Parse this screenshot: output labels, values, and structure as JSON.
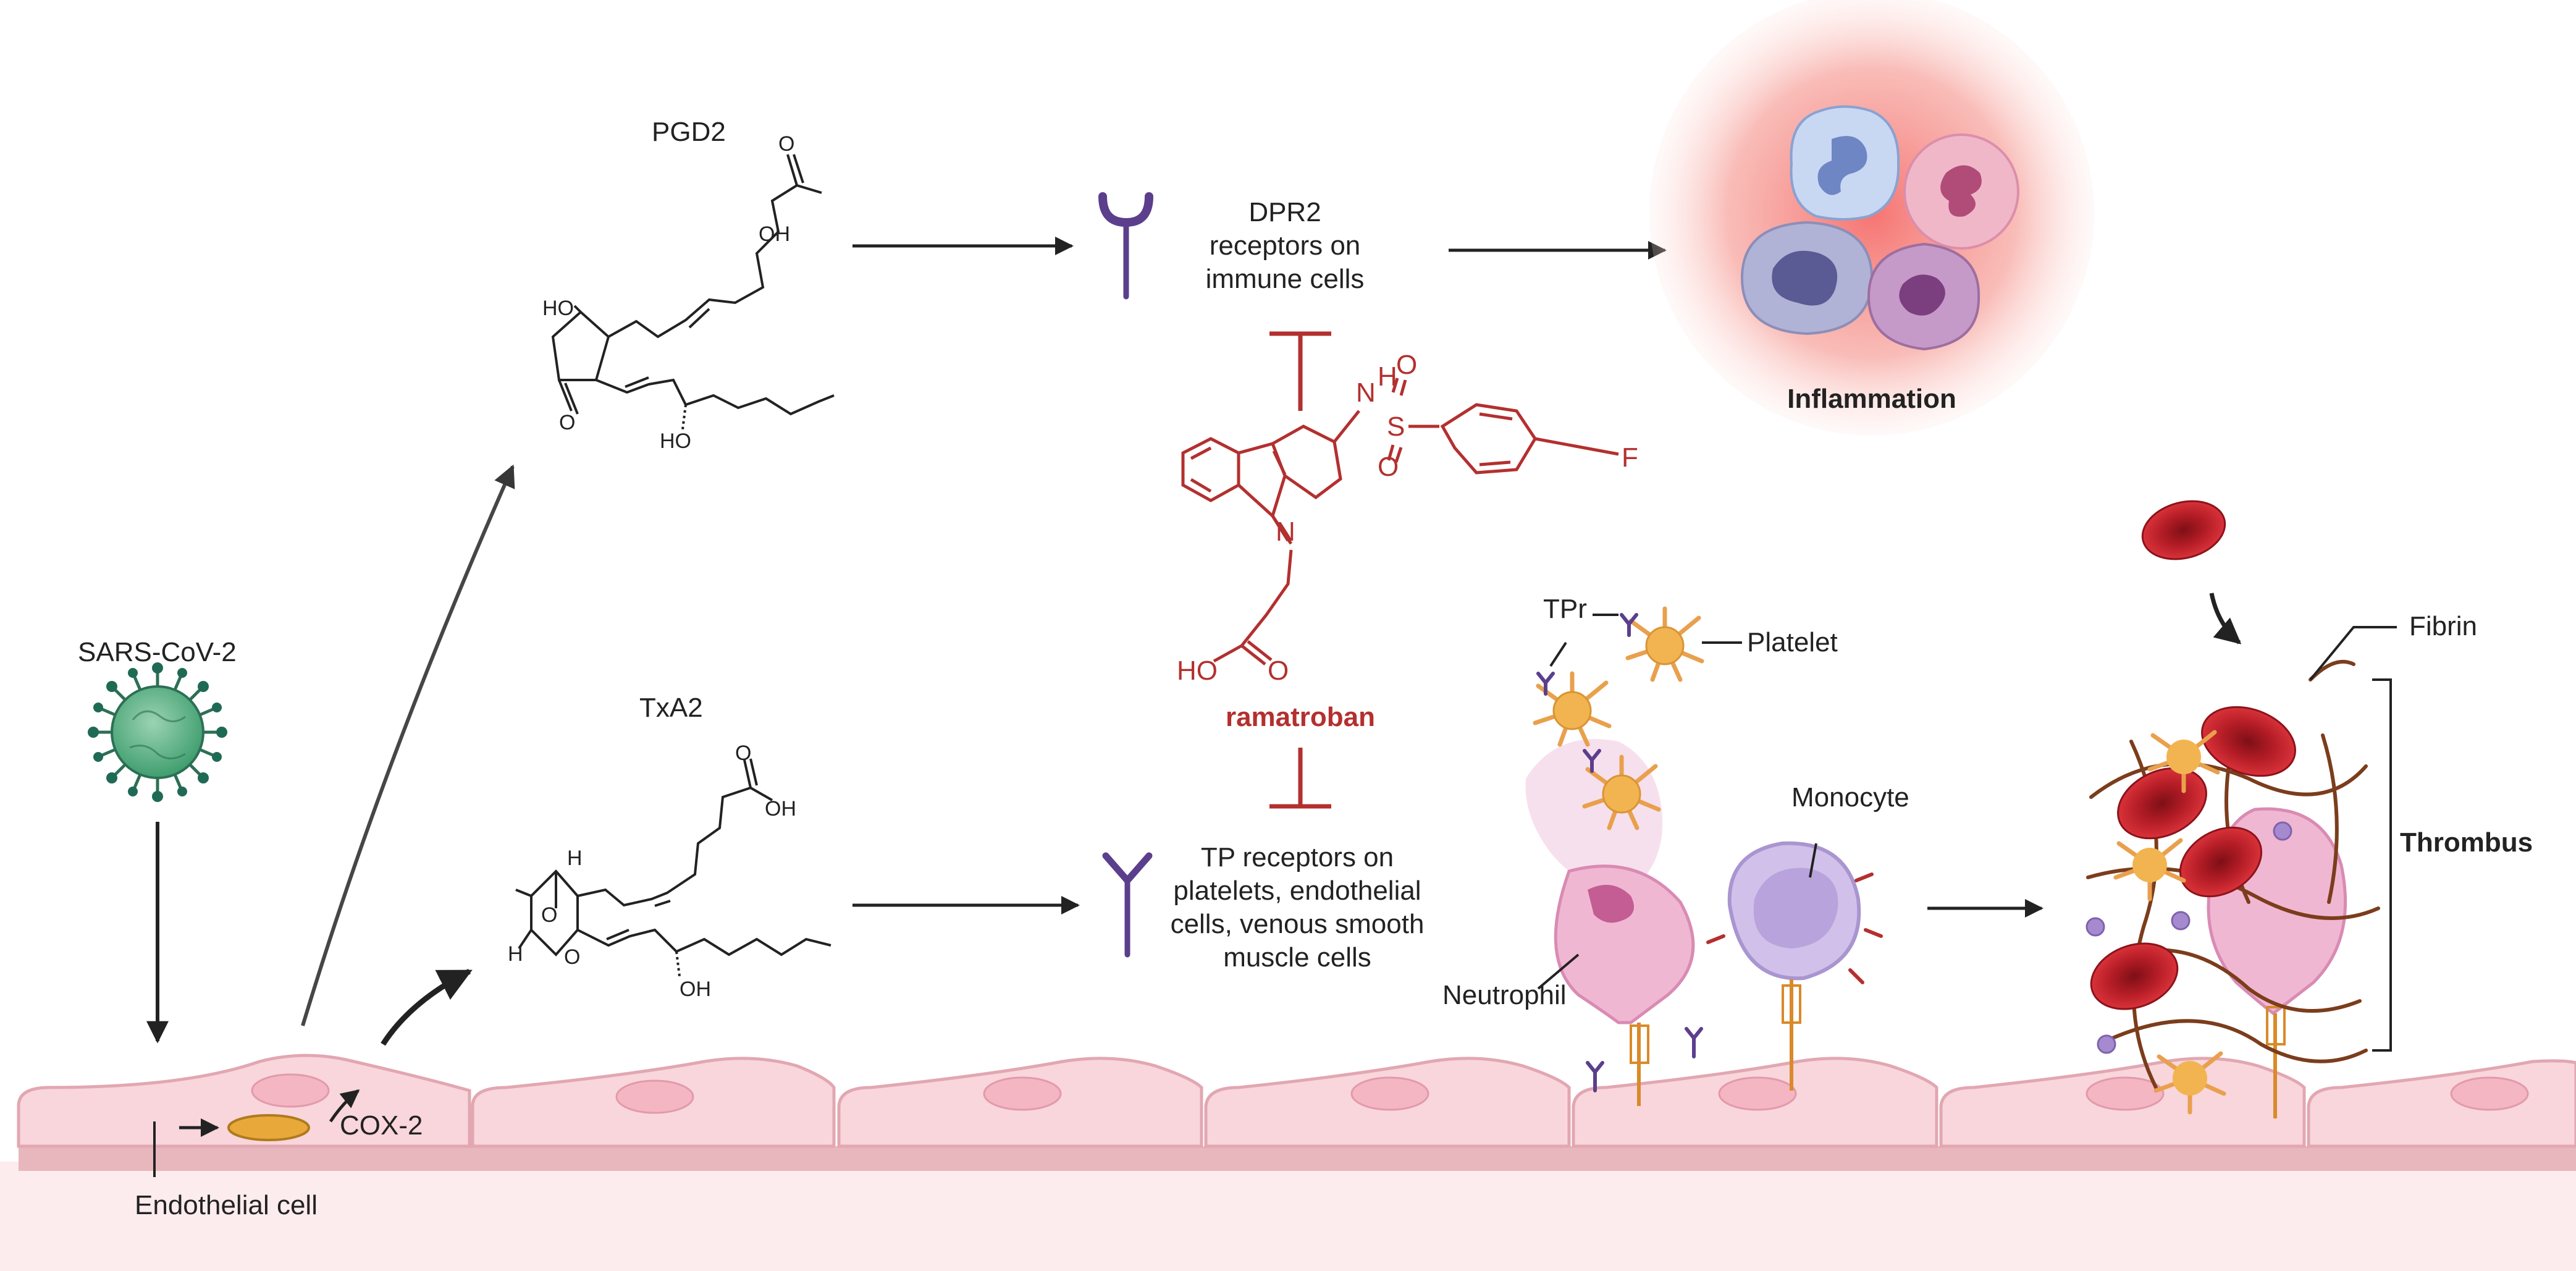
{
  "labels": {
    "sars": "SARS-CoV-2",
    "pgd2": "PGD2",
    "txa2": "TxA2",
    "dpr2": [
      "DPR2",
      "receptors on",
      "immune cells"
    ],
    "tp": [
      "TP receptors on",
      "platelets, endothelial",
      "cells, venous smooth",
      "muscle cells"
    ],
    "inflammation": "Inflammation",
    "ramatroban": "ramatroban",
    "tpr": "TPr",
    "platelet": "Platelet",
    "monocyte": "Monocyte",
    "neutrophil": "Neutrophil",
    "fibrin": "Fibrin",
    "thrombus": "Thrombus",
    "cox2": "COX-2",
    "endothelial": "Endothelial cell"
  },
  "chem": {
    "pgd2_oh_top": "OH",
    "pgd2_o_top": "O",
    "pgd2_ho_left": "HO",
    "pgd2_o_ring": "O",
    "pgd2_ho_bottom": "HO",
    "txa2_oh_top": "OH",
    "txa2_o_top": "O",
    "txa2_h1": "H",
    "txa2_h2": "H",
    "txa2_o_ring1": "O",
    "txa2_o_ring2": "O",
    "txa2_oh_bottom": "OH",
    "ram_n_ring": "N",
    "ram_nh": "N",
    "ram_h": "H",
    "ram_s": "S",
    "ram_o1": "O",
    "ram_o2": "O",
    "ram_f": "F",
    "ram_ho": "HO",
    "ram_o": "O"
  },
  "colors": {
    "drug": "#b3302f",
    "receptor": "#5b3f8c",
    "endothelium": "#f8d6dc",
    "endothelium_edge": "#e2a7b1",
    "nucleus": "#f4b6c2",
    "cox2": "#e8a93a",
    "rbc": "#c3202b",
    "platelet": "#f2b451",
    "virus": "#3f9e6e",
    "neutrophil": "#e9a7c6",
    "monocyte": "#b9a3dc"
  }
}
